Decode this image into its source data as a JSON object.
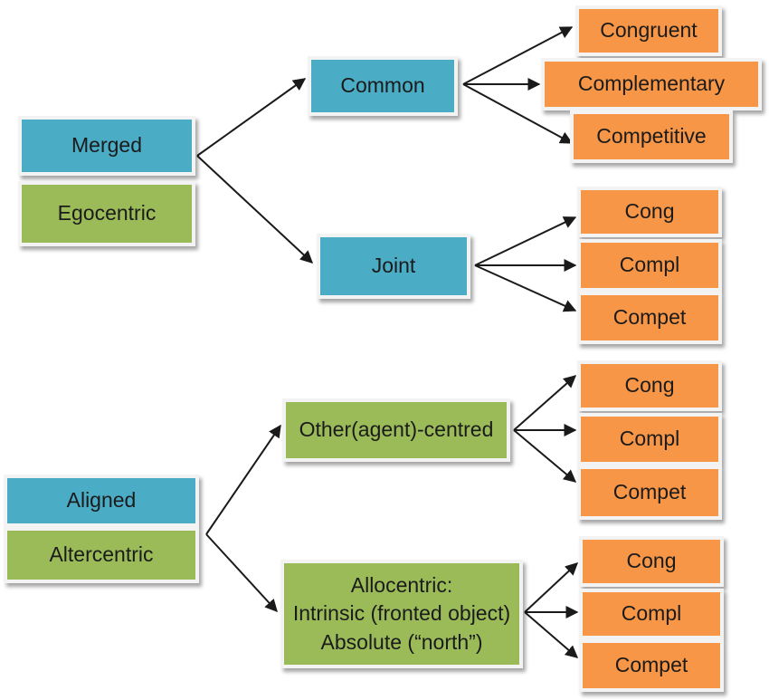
{
  "colors": {
    "blue": "#4bacc6",
    "green": "#9bbb59",
    "orange": "#f79646",
    "arrow": "#1a1a1a"
  },
  "top_group": {
    "root_top": "Merged",
    "root_bottom": "Egocentric",
    "common": "Common",
    "joint": "Joint",
    "common_children": [
      "Congruent",
      "Complementary",
      "Competitive"
    ],
    "joint_children": [
      "Cong",
      "Compl",
      "Compet"
    ]
  },
  "bottom_group": {
    "root_top": "Aligned",
    "root_bottom": "Altercentric",
    "other_centred": "Other(agent)-centred",
    "allocentric": {
      "line1": "Allocentric:",
      "line2": "Intrinsic (fronted object)",
      "line3": "Absolute (“north”)"
    },
    "other_children": [
      "Cong",
      "Compl",
      "Compet"
    ],
    "allo_children": [
      "Cong",
      "Compl",
      "Compet"
    ]
  }
}
